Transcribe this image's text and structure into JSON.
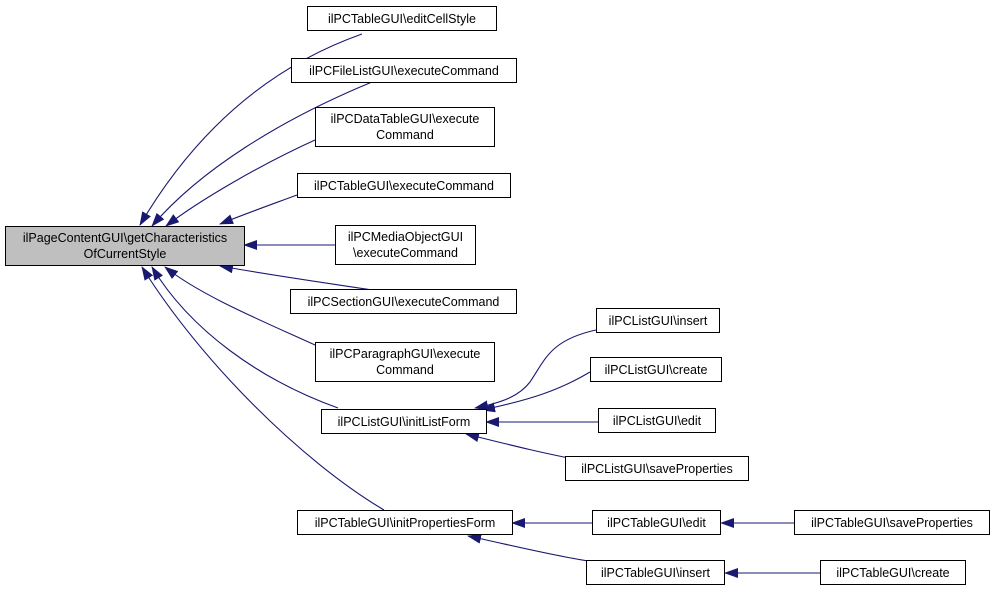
{
  "colors": {
    "edge": "#191970",
    "root_fill": "#bfbfbf",
    "node_fill": "#ffffff",
    "border": "#000000"
  },
  "nodes": {
    "root": {
      "lines": [
        "ilPageContentGUI\\getCharacteristics",
        "OfCurrentStyle"
      ]
    },
    "table_editcellstyle": {
      "lines": [
        "ilPCTableGUI\\editCellStyle"
      ]
    },
    "filelist_execute": {
      "lines": [
        "ilPCFileListGUI\\executeCommand"
      ]
    },
    "datatable_execute": {
      "lines": [
        "ilPCDataTableGUI\\execute",
        "Command"
      ]
    },
    "table_execute": {
      "lines": [
        "ilPCTableGUI\\executeCommand"
      ]
    },
    "media_execute": {
      "lines": [
        "ilPCMediaObjectGUI",
        "\\executeCommand"
      ]
    },
    "section_execute": {
      "lines": [
        "ilPCSectionGUI\\executeCommand"
      ]
    },
    "paragraph_execute": {
      "lines": [
        "ilPCParagraphGUI\\execute",
        "Command"
      ]
    },
    "list_initlistform": {
      "lines": [
        "ilPCListGUI\\initListForm"
      ]
    },
    "table_initpropertiesform": {
      "lines": [
        "ilPCTableGUI\\initPropertiesForm"
      ]
    },
    "list_insert": {
      "lines": [
        "ilPCListGUI\\insert"
      ]
    },
    "list_create": {
      "lines": [
        "ilPCListGUI\\create"
      ]
    },
    "list_edit": {
      "lines": [
        "ilPCListGUI\\edit"
      ]
    },
    "list_saveproperties": {
      "lines": [
        "ilPCListGUI\\saveProperties"
      ]
    },
    "table_edit": {
      "lines": [
        "ilPCTableGUI\\edit"
      ]
    },
    "table_insert": {
      "lines": [
        "ilPCTableGUI\\insert"
      ]
    },
    "table_saveproperties": {
      "lines": [
        "ilPCTableGUI\\saveProperties"
      ]
    },
    "table_create": {
      "lines": [
        "ilPCTableGUI\\create"
      ]
    }
  }
}
